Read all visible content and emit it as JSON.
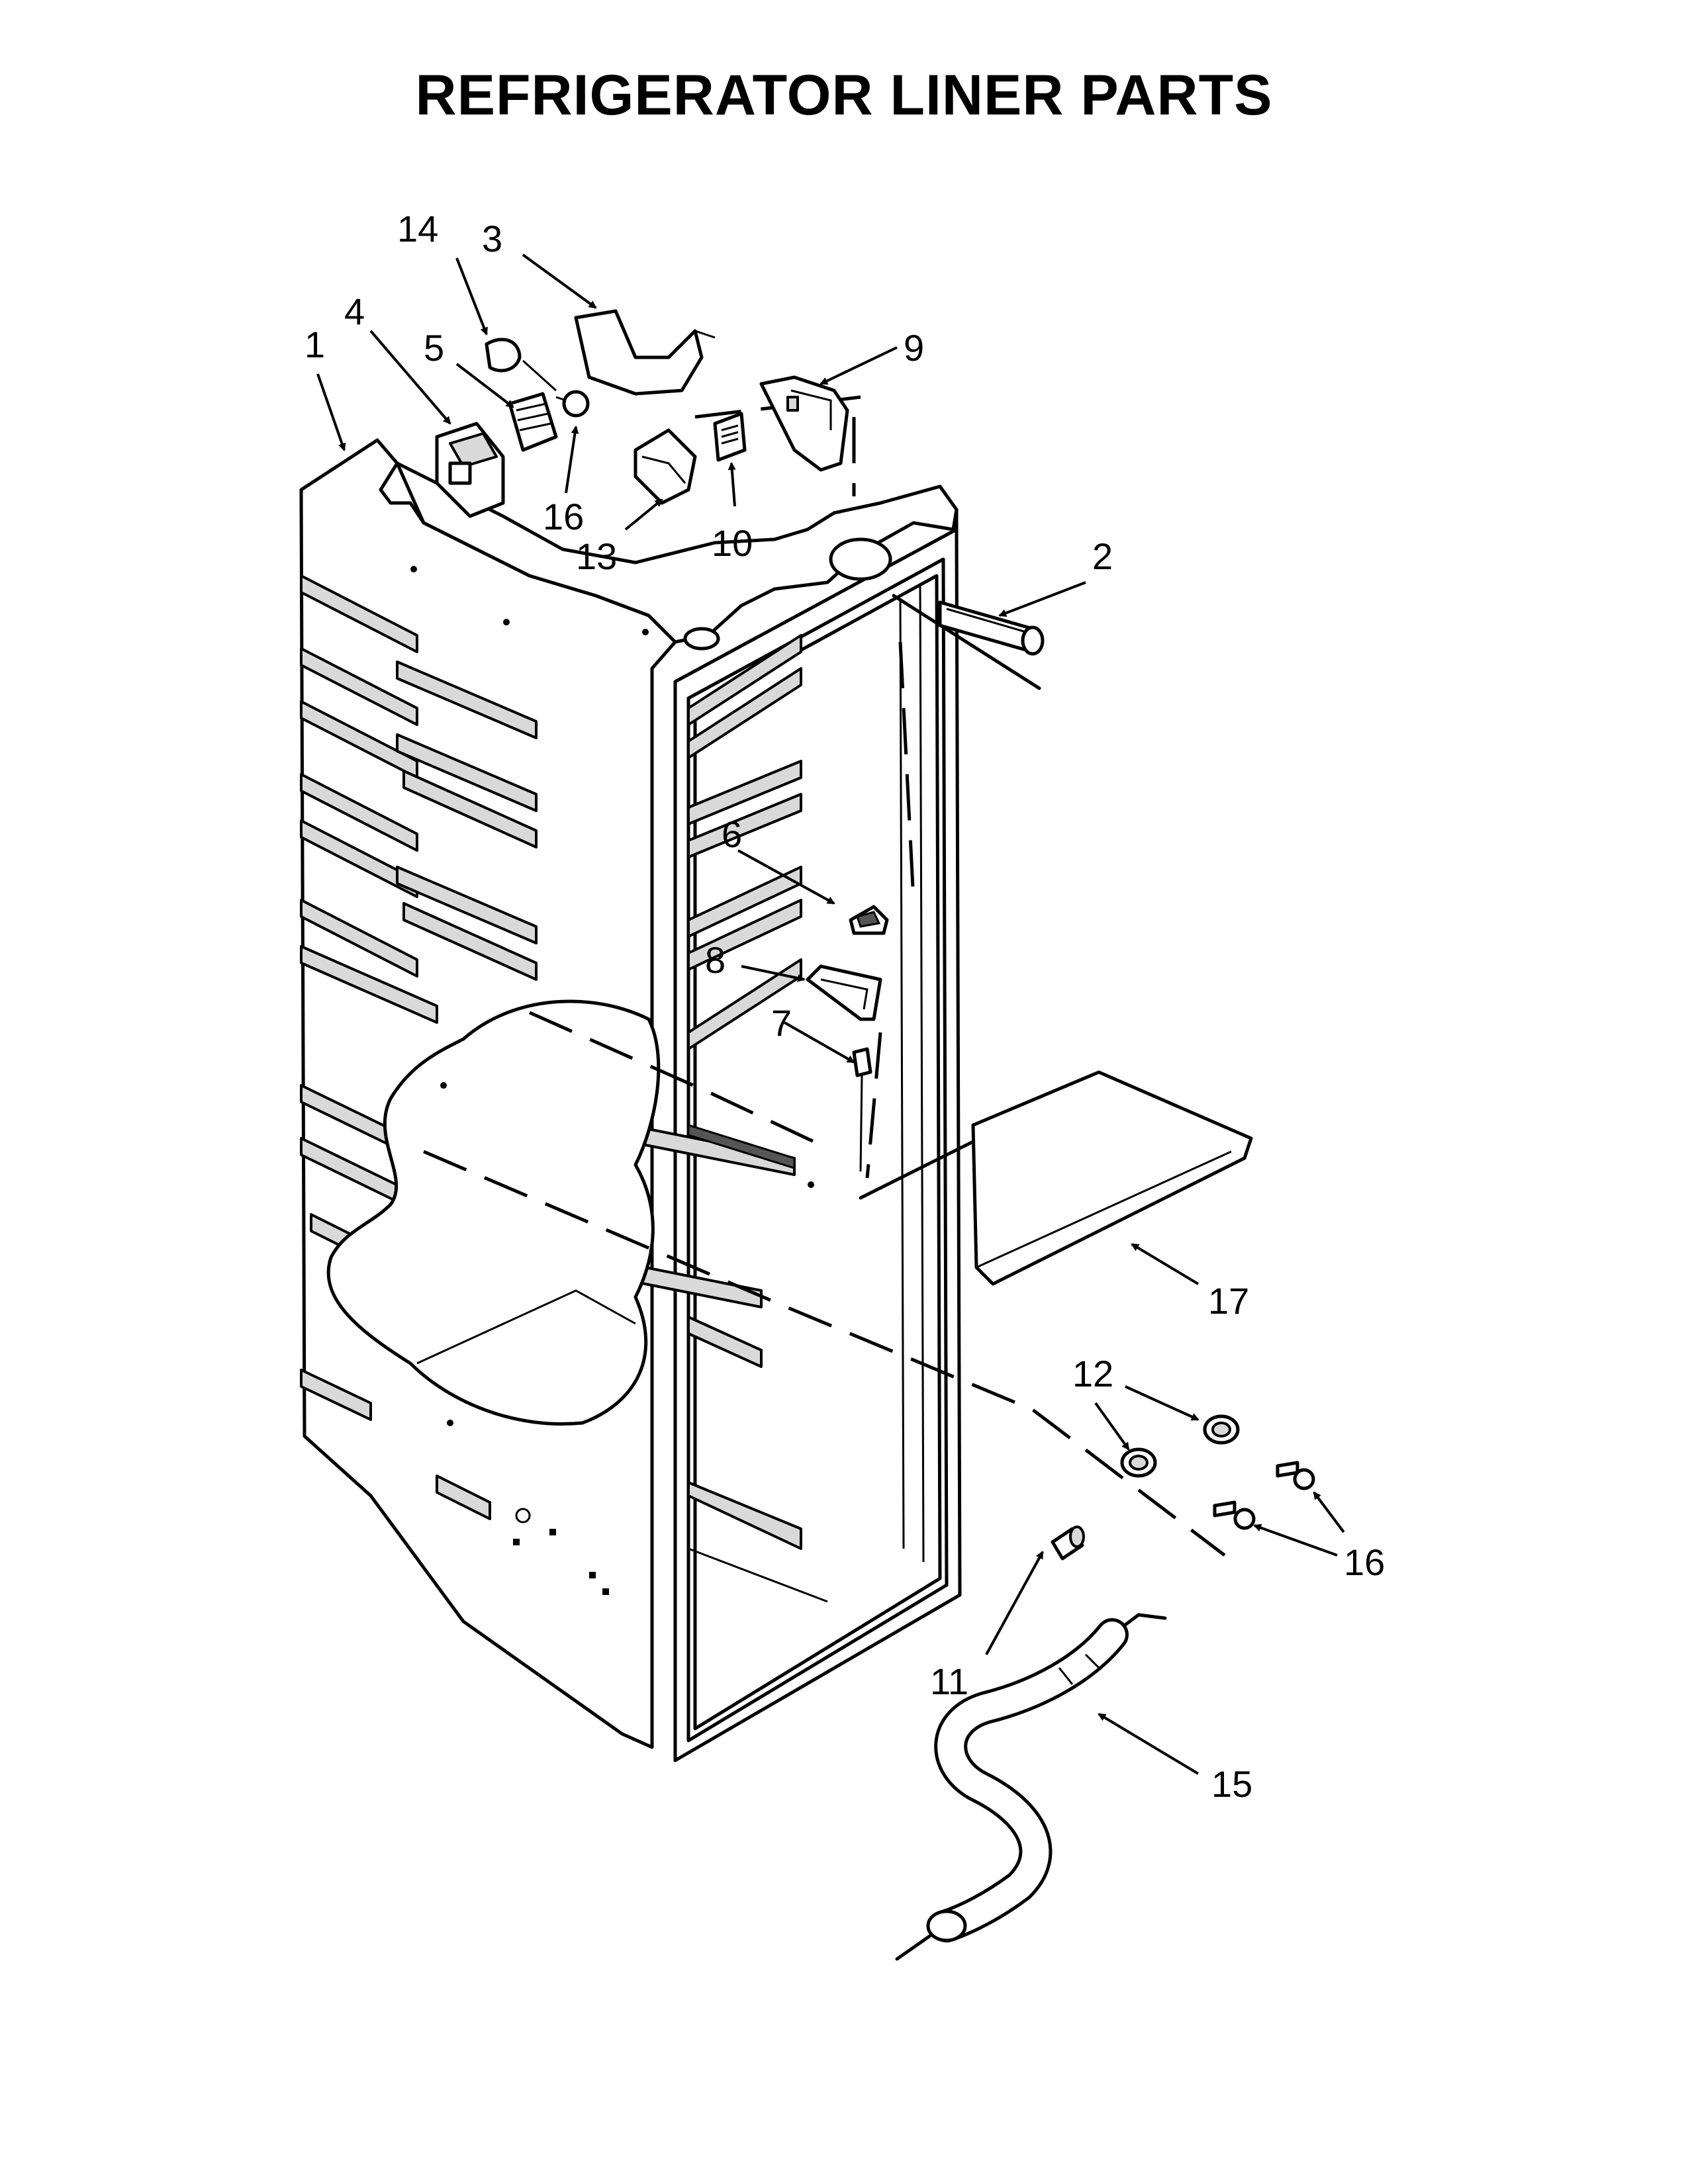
{
  "title": "REFRIGERATOR LINER PARTS",
  "callouts": [
    {
      "id": "c1",
      "label": "1"
    },
    {
      "id": "c2",
      "label": "2"
    },
    {
      "id": "c3",
      "label": "3"
    },
    {
      "id": "c4",
      "label": "4"
    },
    {
      "id": "c5",
      "label": "5"
    },
    {
      "id": "c6",
      "label": "6"
    },
    {
      "id": "c7",
      "label": "7"
    },
    {
      "id": "c8",
      "label": "8"
    },
    {
      "id": "c9",
      "label": "9"
    },
    {
      "id": "c10",
      "label": "10"
    },
    {
      "id": "c11",
      "label": "11"
    },
    {
      "id": "c12",
      "label": "12"
    },
    {
      "id": "c13",
      "label": "13"
    },
    {
      "id": "c14",
      "label": "14"
    },
    {
      "id": "c15",
      "label": "15"
    },
    {
      "id": "c16a",
      "label": "16"
    },
    {
      "id": "c16b",
      "label": "16"
    },
    {
      "id": "c17",
      "label": "17"
    }
  ]
}
